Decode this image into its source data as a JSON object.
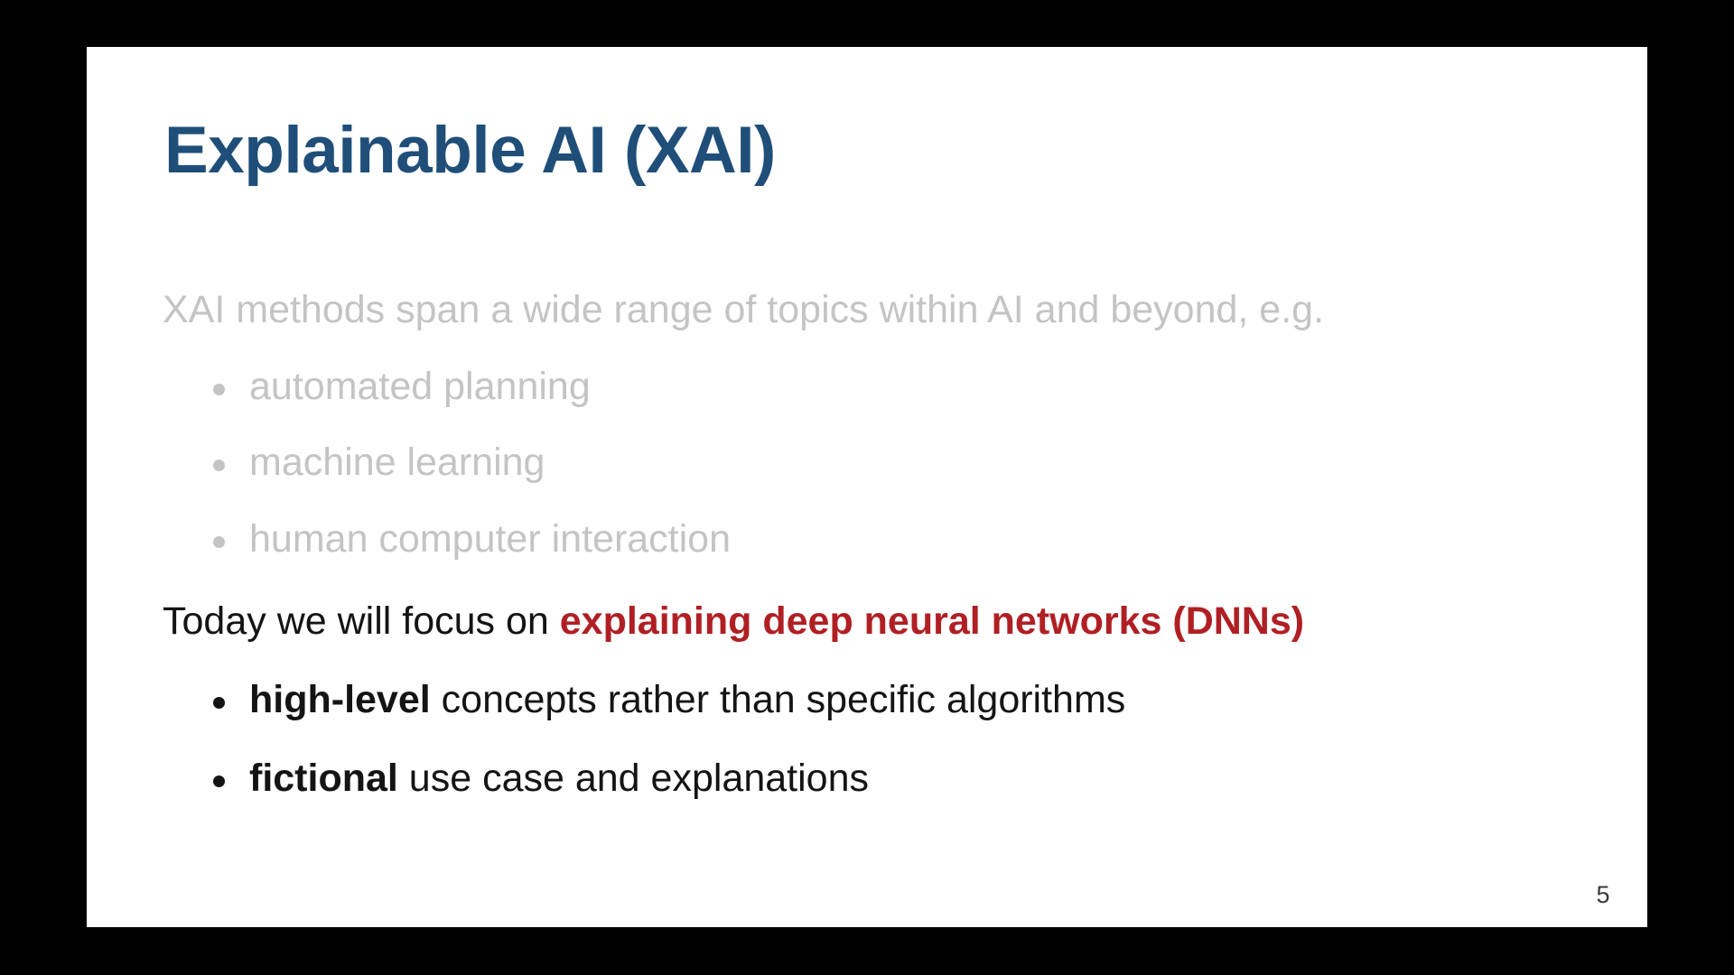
{
  "slide": {
    "title": "Explainable AI (XAI)",
    "intro": "XAI methods span a wide range of topics within AI and beyond, e.g.",
    "gray_bullets": [
      "automated planning",
      "machine learning",
      "human computer interaction"
    ],
    "focus_prefix": "Today we will focus on ",
    "focus_highlight": "explaining deep neural networks (DNNs)",
    "focus_bullets": [
      {
        "bold": "high-level",
        "rest": " concepts rather than specific algorithms"
      },
      {
        "bold": "fictional",
        "rest": " use case and explanations"
      }
    ],
    "page_number": "5",
    "colors": {
      "title": "#1F4E79",
      "muted": "#C4C4C4",
      "body": "#141414",
      "accent": "#B01F24",
      "pagenum": "#3A3A3A"
    }
  }
}
